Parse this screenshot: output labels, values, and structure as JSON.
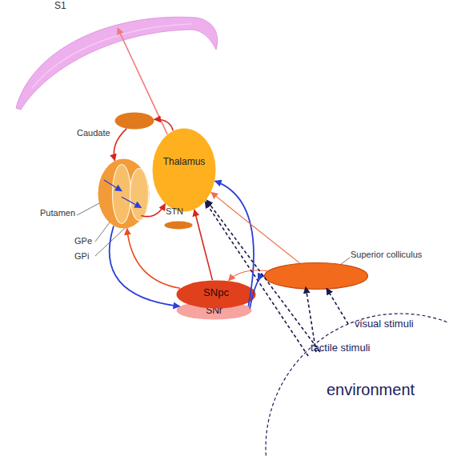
{
  "diagram": {
    "nodes": [
      {
        "text": [
          "S1"
        ]
      },
      {
        "text": [
          "Caudate"
        ]
      },
      {
        "text": [
          "Thalamus"
        ]
      },
      {
        "text": [
          "Putamen"
        ]
      },
      {
        "text": [
          "GPe"
        ],
        "in": 3
      },
      {
        "text": [
          "GPi"
        ],
        "in": 3
      },
      {
        "text": [
          "STN"
        ]
      },
      {
        "text": [
          "Superior colliculus"
        ]
      },
      {
        "text": [
          "SNpc"
        ]
      },
      {
        "text": [
          "SNr"
        ]
      },
      {
        "text": [
          "visual stimuli",
          "tactile stimuli",
          "environment"
        ]
      }
    ],
    "edges": [
      {
        "from": 2,
        "to": 0,
        "arrow": "to"
      },
      {
        "from": 2,
        "to": 1,
        "arrow": "to"
      },
      {
        "from": 1,
        "to": 3,
        "arrow": "to"
      },
      {
        "from": 3,
        "to": 4,
        "arrow": "to"
      },
      {
        "from": 4,
        "to": 5,
        "arrow": "to"
      },
      {
        "from": 5,
        "to": 2,
        "arrow": "to"
      },
      {
        "from": 3,
        "to": 9,
        "arrow": "to"
      },
      {
        "from": 8,
        "to": 3,
        "arrow": "to"
      },
      {
        "from": 8,
        "to": 2,
        "arrow": "to"
      },
      {
        "from": 9,
        "to": 2,
        "arrow": "to"
      },
      {
        "from": 9,
        "to": 7,
        "arrow": "to"
      },
      {
        "from": 7,
        "to": 2,
        "arrow": "to"
      },
      {
        "from": 7,
        "to": 8,
        "arrow": "to"
      },
      {
        "from": 10,
        "to": 2,
        "arrow": "to"
      },
      {
        "from": 10,
        "to": 2,
        "arrow": "to"
      },
      {
        "from": 10,
        "to": 7,
        "arrow": "to"
      },
      {
        "from": 10,
        "to": 7,
        "arrow": "to"
      }
    ]
  }
}
